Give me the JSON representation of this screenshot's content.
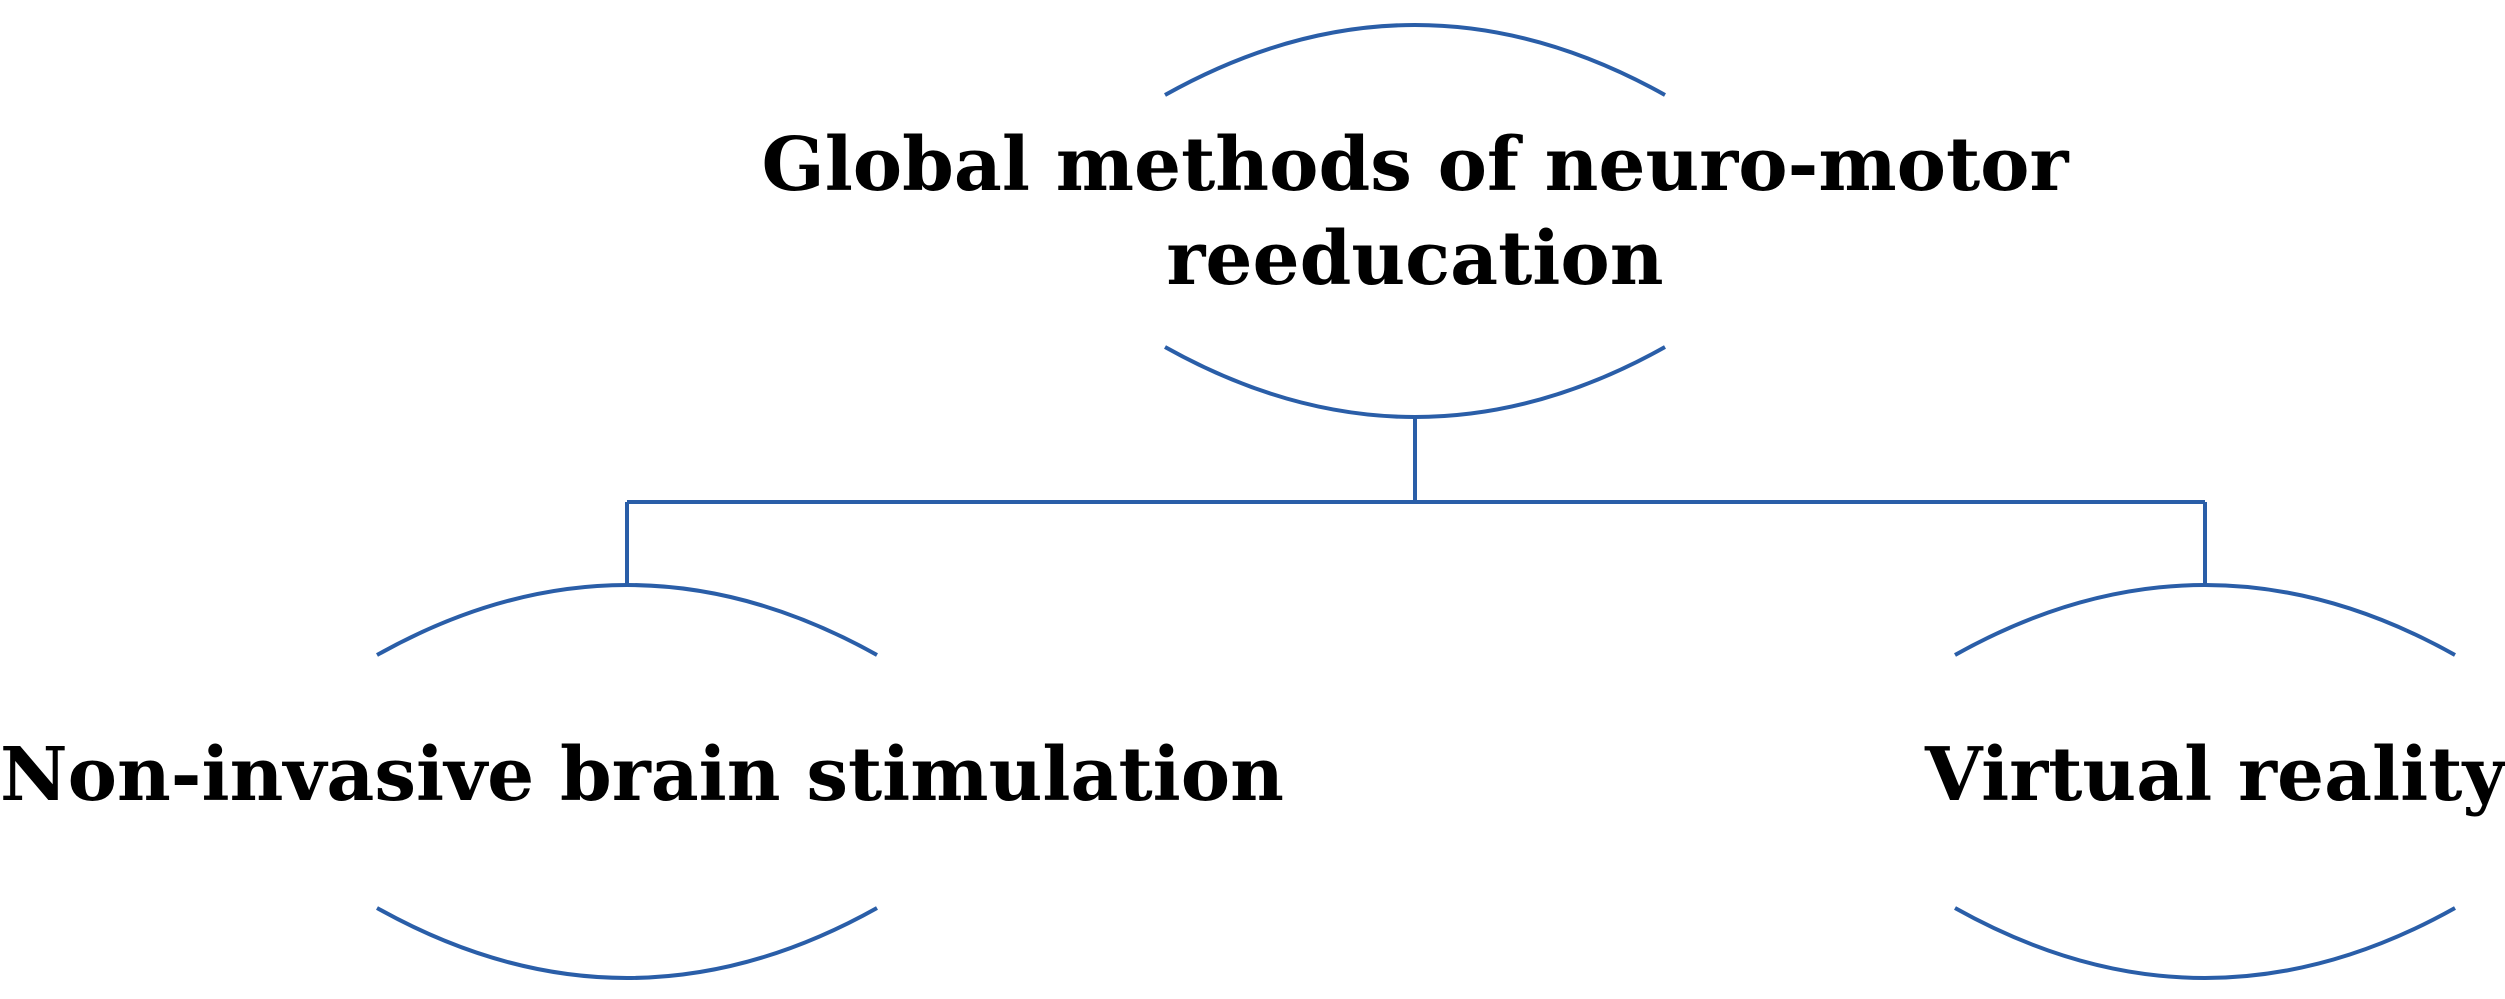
{
  "diagram": {
    "accent_color": "#2a5ea8",
    "text_color": "#000000",
    "root": {
      "label": "Global methods of neuro-motor reeducation"
    },
    "children": [
      {
        "label": "Non-invasive brain stimulation"
      },
      {
        "label": "Virtual reality"
      }
    ]
  }
}
